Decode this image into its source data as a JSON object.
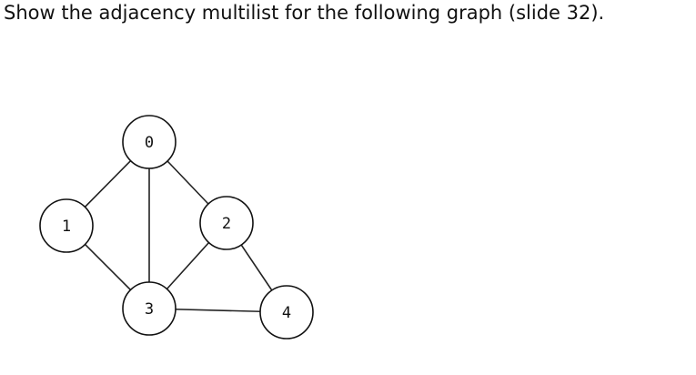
{
  "question": "Show the adjacency multilist for the following graph (slide 32).",
  "graph": {
    "nodes": [
      {
        "id": "0",
        "label": "0"
      },
      {
        "id": "1",
        "label": "1"
      },
      {
        "id": "2",
        "label": "2"
      },
      {
        "id": "3",
        "label": "3"
      },
      {
        "id": "4",
        "label": "4"
      }
    ],
    "edges": [
      [
        "0",
        "1"
      ],
      [
        "0",
        "2"
      ],
      [
        "0",
        "3"
      ],
      [
        "1",
        "3"
      ],
      [
        "2",
        "3"
      ],
      [
        "2",
        "4"
      ],
      [
        "3",
        "4"
      ]
    ]
  }
}
